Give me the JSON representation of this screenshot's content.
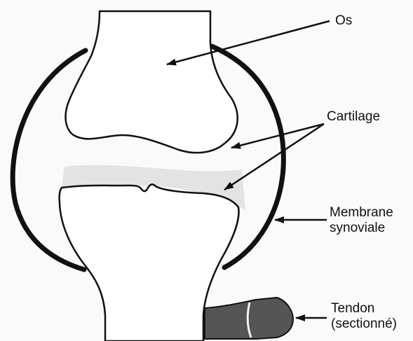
{
  "labels": {
    "os": "Os",
    "cartilage": "Cartilage",
    "membrane_line1": "Membrane",
    "membrane_line2": "synoviale",
    "tendon_line1": "Tendon",
    "tendon_line2": "(sectionné)"
  },
  "colors": {
    "background": "#fafafa",
    "outline": "#111111",
    "cartilage_fill": "#e3e3e3",
    "bone_fill": "#ffffff",
    "tendon_fill": "#555555"
  }
}
